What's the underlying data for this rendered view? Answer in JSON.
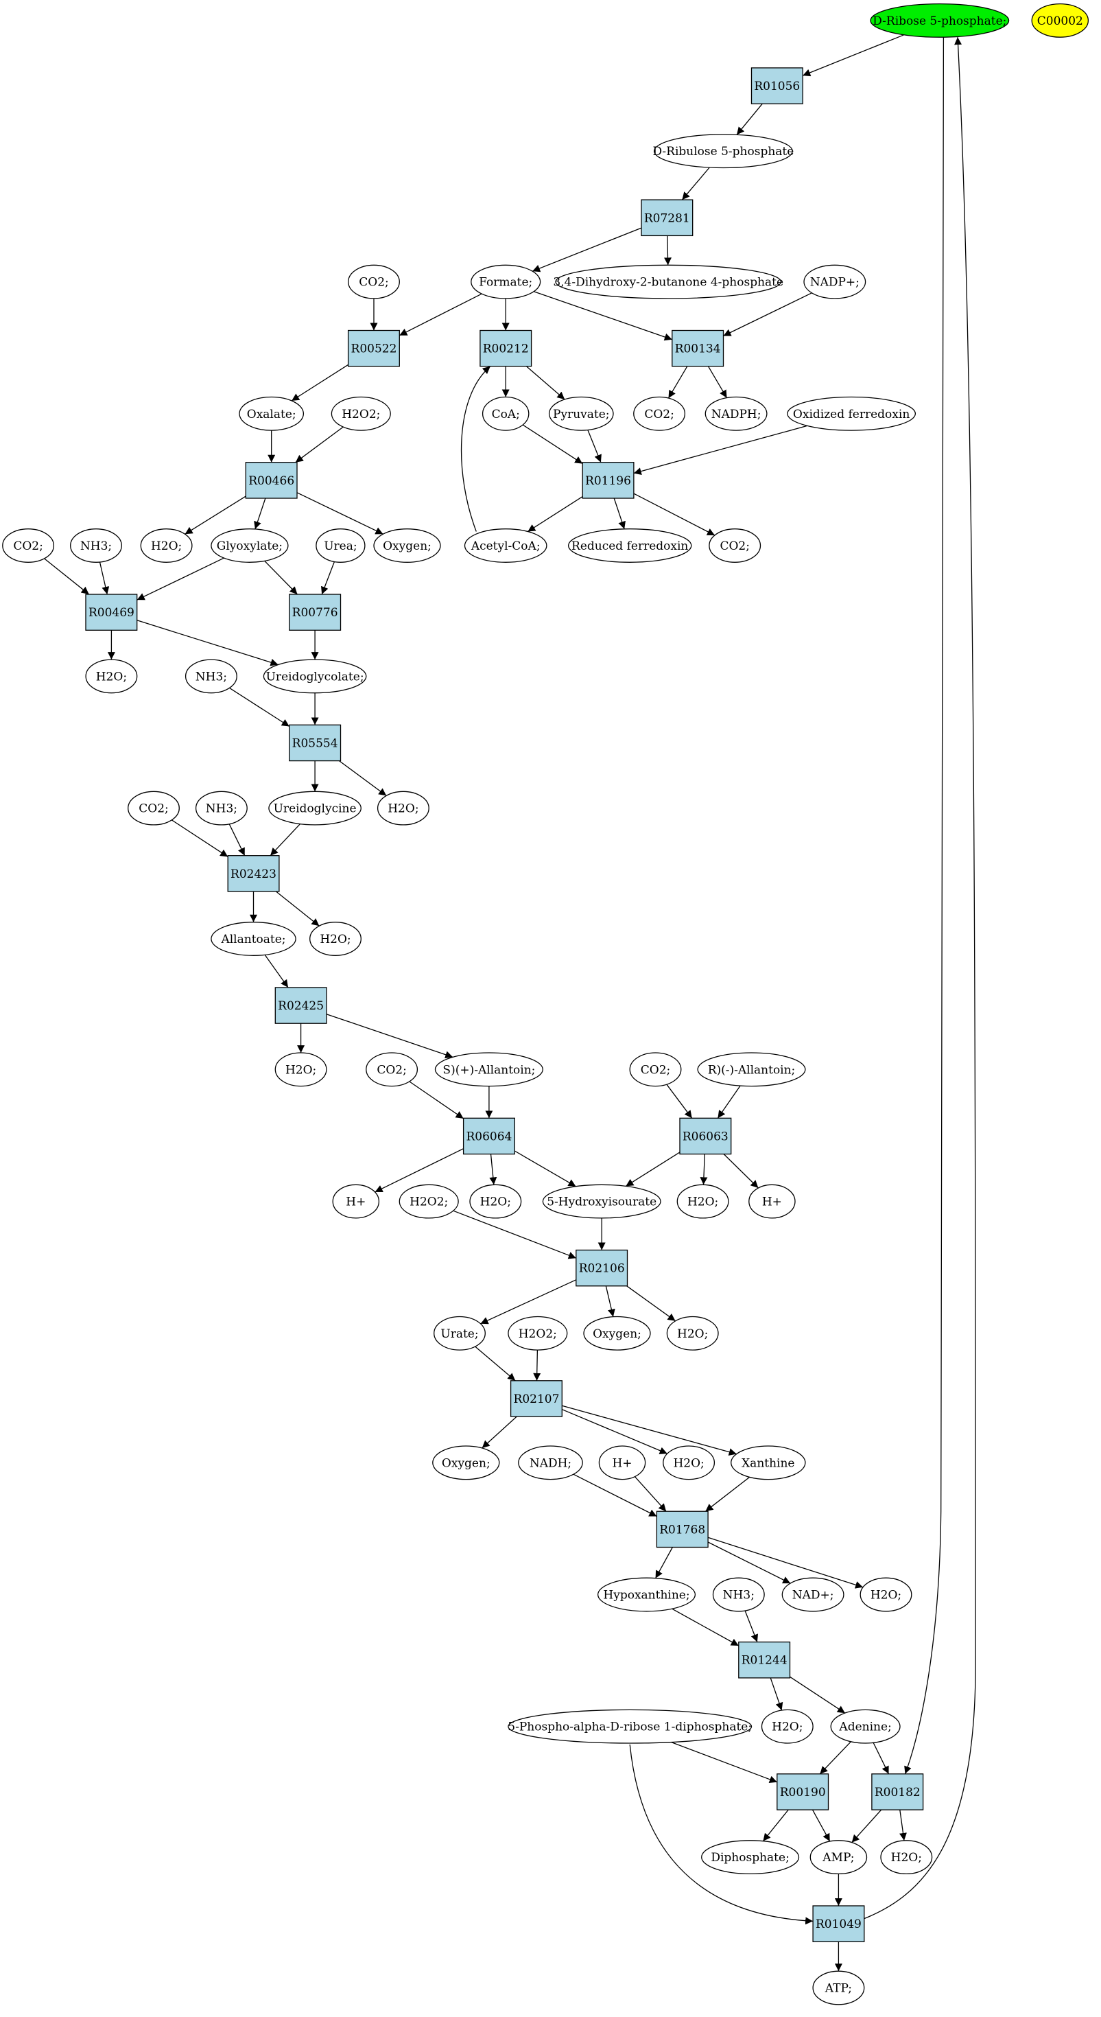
{
  "diagram": {
    "colors": {
      "compound_fill": "#ffffff",
      "reaction_fill": "#add8e6",
      "highlight_green": "#00ee00",
      "highlight_yellow": "#ffff00",
      "stroke": "#000000"
    },
    "nodes": [
      {
        "id": "drib5p",
        "kind": "compound",
        "label": "D-Ribose 5-phosphate;",
        "fill": "green"
      },
      {
        "id": "c00002",
        "kind": "compound",
        "label": "C00002",
        "fill": "yellow"
      },
      {
        "id": "r01056",
        "kind": "reaction",
        "label": "R01056"
      },
      {
        "id": "dribu5p",
        "kind": "compound",
        "label": "D-Ribulose 5-phosphate"
      },
      {
        "id": "r07281",
        "kind": "reaction",
        "label": "R07281"
      },
      {
        "id": "co2_a",
        "kind": "compound",
        "label": "CO2;"
      },
      {
        "id": "formate",
        "kind": "compound",
        "label": "Formate;"
      },
      {
        "id": "dhbp",
        "kind": "compound",
        "label": "3,4-Dihydroxy-2-butanone 4-phosphate"
      },
      {
        "id": "nadp",
        "kind": "compound",
        "label": "NADP+;"
      },
      {
        "id": "r00522",
        "kind": "reaction",
        "label": "R00522"
      },
      {
        "id": "r00212",
        "kind": "reaction",
        "label": "R00212"
      },
      {
        "id": "r00134",
        "kind": "reaction",
        "label": "R00134"
      },
      {
        "id": "oxalate",
        "kind": "compound",
        "label": "Oxalate;"
      },
      {
        "id": "h2o2_a",
        "kind": "compound",
        "label": "H2O2;"
      },
      {
        "id": "coa",
        "kind": "compound",
        "label": "CoA;"
      },
      {
        "id": "pyruvate",
        "kind": "compound",
        "label": "Pyruvate;"
      },
      {
        "id": "co2_b",
        "kind": "compound",
        "label": "CO2;"
      },
      {
        "id": "nadph",
        "kind": "compound",
        "label": "NADPH;"
      },
      {
        "id": "oxfd",
        "kind": "compound",
        "label": "Oxidized ferredoxin"
      },
      {
        "id": "r00466",
        "kind": "reaction",
        "label": "R00466"
      },
      {
        "id": "r01196",
        "kind": "reaction",
        "label": "R01196"
      },
      {
        "id": "co2_c",
        "kind": "compound",
        "label": "CO2;"
      },
      {
        "id": "nh3_a",
        "kind": "compound",
        "label": "NH3;"
      },
      {
        "id": "h2o_a",
        "kind": "compound",
        "label": "H2O;"
      },
      {
        "id": "glyoxylate",
        "kind": "compound",
        "label": "Glyoxylate;"
      },
      {
        "id": "urea",
        "kind": "compound",
        "label": "Urea;"
      },
      {
        "id": "oxygen_a",
        "kind": "compound",
        "label": "Oxygen;"
      },
      {
        "id": "acetylcoa",
        "kind": "compound",
        "label": "Acetyl-CoA;"
      },
      {
        "id": "redfd",
        "kind": "compound",
        "label": "Reduced ferredoxin"
      },
      {
        "id": "co2_d",
        "kind": "compound",
        "label": "CO2;"
      },
      {
        "id": "r00469",
        "kind": "reaction",
        "label": "R00469"
      },
      {
        "id": "r00776",
        "kind": "reaction",
        "label": "R00776"
      },
      {
        "id": "h2o_b",
        "kind": "compound",
        "label": "H2O;"
      },
      {
        "id": "nh3_b",
        "kind": "compound",
        "label": "NH3;"
      },
      {
        "id": "ureidoglycolate",
        "kind": "compound",
        "label": "Ureidoglycolate;"
      },
      {
        "id": "r05554",
        "kind": "reaction",
        "label": "R05554"
      },
      {
        "id": "co2_e",
        "kind": "compound",
        "label": "CO2;"
      },
      {
        "id": "nh3_c",
        "kind": "compound",
        "label": "NH3;"
      },
      {
        "id": "ureidoglycine",
        "kind": "compound",
        "label": "Ureidoglycine"
      },
      {
        "id": "h2o_c",
        "kind": "compound",
        "label": "H2O;"
      },
      {
        "id": "r02423",
        "kind": "reaction",
        "label": "R02423"
      },
      {
        "id": "allantoate",
        "kind": "compound",
        "label": "Allantoate;"
      },
      {
        "id": "h2o_d",
        "kind": "compound",
        "label": "H2O;"
      },
      {
        "id": "r02425",
        "kind": "reaction",
        "label": "R02425"
      },
      {
        "id": "h2o_e",
        "kind": "compound",
        "label": "H2O;"
      },
      {
        "id": "co2_f",
        "kind": "compound",
        "label": "CO2;"
      },
      {
        "id": "sallantoin",
        "kind": "compound",
        "label": "S)(+)-Allantoin;"
      },
      {
        "id": "co2_g",
        "kind": "compound",
        "label": "CO2;"
      },
      {
        "id": "rallantoin",
        "kind": "compound",
        "label": "R)(-)-Allantoin;"
      },
      {
        "id": "r06064",
        "kind": "reaction",
        "label": "R06064"
      },
      {
        "id": "r06063",
        "kind": "reaction",
        "label": "R06063"
      },
      {
        "id": "hplus_a",
        "kind": "compound",
        "label": "H+"
      },
      {
        "id": "h2o2_b",
        "kind": "compound",
        "label": "H2O2;"
      },
      {
        "id": "h2o_f",
        "kind": "compound",
        "label": "H2O;"
      },
      {
        "id": "hiu",
        "kind": "compound",
        "label": "5-Hydroxyisourate"
      },
      {
        "id": "h2o_g",
        "kind": "compound",
        "label": "H2O;"
      },
      {
        "id": "hplus_b",
        "kind": "compound",
        "label": "H+"
      },
      {
        "id": "r02106",
        "kind": "reaction",
        "label": "R02106"
      },
      {
        "id": "urate",
        "kind": "compound",
        "label": "Urate;"
      },
      {
        "id": "h2o2_c",
        "kind": "compound",
        "label": "H2O2;"
      },
      {
        "id": "oxygen_b",
        "kind": "compound",
        "label": "Oxygen;"
      },
      {
        "id": "h2o_h",
        "kind": "compound",
        "label": "H2O;"
      },
      {
        "id": "r02107",
        "kind": "reaction",
        "label": "R02107"
      },
      {
        "id": "oxygen_c",
        "kind": "compound",
        "label": "Oxygen;"
      },
      {
        "id": "nadh",
        "kind": "compound",
        "label": "NADH;"
      },
      {
        "id": "hplus_c",
        "kind": "compound",
        "label": "H+"
      },
      {
        "id": "h2o_i",
        "kind": "compound",
        "label": "H2O;"
      },
      {
        "id": "xanthine",
        "kind": "compound",
        "label": "Xanthine"
      },
      {
        "id": "r01768",
        "kind": "reaction",
        "label": "R01768"
      },
      {
        "id": "hypoxanthine",
        "kind": "compound",
        "label": "Hypoxanthine;"
      },
      {
        "id": "nh3_d",
        "kind": "compound",
        "label": "NH3;"
      },
      {
        "id": "nadplus",
        "kind": "compound",
        "label": "NAD+;"
      },
      {
        "id": "h2o_j",
        "kind": "compound",
        "label": "H2O;"
      },
      {
        "id": "r01244",
        "kind": "reaction",
        "label": "R01244"
      },
      {
        "id": "prpp",
        "kind": "compound",
        "label": "5-Phospho-alpha-D-ribose 1-diphosphate;"
      },
      {
        "id": "h2o_k",
        "kind": "compound",
        "label": "H2O;"
      },
      {
        "id": "adenine",
        "kind": "compound",
        "label": "Adenine;"
      },
      {
        "id": "r00190",
        "kind": "reaction",
        "label": "R00190"
      },
      {
        "id": "r00182",
        "kind": "reaction",
        "label": "R00182"
      },
      {
        "id": "diphosphate",
        "kind": "compound",
        "label": "Diphosphate;"
      },
      {
        "id": "amp",
        "kind": "compound",
        "label": "AMP;"
      },
      {
        "id": "h2o_l",
        "kind": "compound",
        "label": "H2O;"
      },
      {
        "id": "r01049",
        "kind": "reaction",
        "label": "R01049"
      },
      {
        "id": "atp",
        "kind": "compound",
        "label": "ATP;"
      }
    ],
    "edges": [
      [
        "drib5p",
        "r01056"
      ],
      [
        "r01056",
        "dribu5p"
      ],
      [
        "dribu5p",
        "r07281"
      ],
      [
        "r07281",
        "formate"
      ],
      [
        "r07281",
        "dhbp"
      ],
      [
        "co2_a",
        "r00522"
      ],
      [
        "formate",
        "r00522"
      ],
      [
        "formate",
        "r00212"
      ],
      [
        "formate",
        "r00134"
      ],
      [
        "nadp",
        "r00134"
      ],
      [
        "r00522",
        "oxalate"
      ],
      [
        "r00212",
        "coa"
      ],
      [
        "r00212",
        "pyruvate"
      ],
      [
        "r00134",
        "co2_b"
      ],
      [
        "r00134",
        "nadph"
      ],
      [
        "oxalate",
        "r00466"
      ],
      [
        "h2o2_a",
        "r00466"
      ],
      [
        "coa",
        "r01196"
      ],
      [
        "pyruvate",
        "r01196"
      ],
      [
        "oxfd",
        "r01196"
      ],
      [
        "r00466",
        "h2o_a"
      ],
      [
        "r00466",
        "glyoxylate"
      ],
      [
        "r00466",
        "oxygen_a"
      ],
      [
        "r01196",
        "acetylcoa"
      ],
      [
        "r01196",
        "redfd"
      ],
      [
        "r01196",
        "co2_d"
      ],
      [
        "acetylcoa",
        "r00212"
      ],
      [
        "co2_c",
        "r00469"
      ],
      [
        "nh3_a",
        "r00469"
      ],
      [
        "glyoxylate",
        "r00469"
      ],
      [
        "glyoxylate",
        "r00776"
      ],
      [
        "urea",
        "r00776"
      ],
      [
        "r00469",
        "h2o_b"
      ],
      [
        "r00469",
        "ureidoglycolate"
      ],
      [
        "r00776",
        "ureidoglycolate"
      ],
      [
        "nh3_b",
        "r05554"
      ],
      [
        "ureidoglycolate",
        "r05554"
      ],
      [
        "r05554",
        "ureidoglycine"
      ],
      [
        "r05554",
        "h2o_c"
      ],
      [
        "co2_e",
        "r02423"
      ],
      [
        "nh3_c",
        "r02423"
      ],
      [
        "ureidoglycine",
        "r02423"
      ],
      [
        "r02423",
        "allantoate"
      ],
      [
        "r02423",
        "h2o_d"
      ],
      [
        "allantoate",
        "r02425"
      ],
      [
        "r02425",
        "h2o_e"
      ],
      [
        "r02425",
        "sallantoin"
      ],
      [
        "co2_f",
        "r06064"
      ],
      [
        "sallantoin",
        "r06064"
      ],
      [
        "co2_g",
        "r06063"
      ],
      [
        "rallantoin",
        "r06063"
      ],
      [
        "r06064",
        "hplus_a"
      ],
      [
        "r06064",
        "h2o_f"
      ],
      [
        "r06064",
        "hiu"
      ],
      [
        "r06063",
        "hiu"
      ],
      [
        "r06063",
        "h2o_g"
      ],
      [
        "r06063",
        "hplus_b"
      ],
      [
        "h2o2_b",
        "r02106"
      ],
      [
        "hiu",
        "r02106"
      ],
      [
        "r02106",
        "urate"
      ],
      [
        "r02106",
        "oxygen_b"
      ],
      [
        "r02106",
        "h2o_h"
      ],
      [
        "urate",
        "r02107"
      ],
      [
        "h2o2_c",
        "r02107"
      ],
      [
        "r02107",
        "oxygen_c"
      ],
      [
        "r02107",
        "h2o_i"
      ],
      [
        "r02107",
        "xanthine"
      ],
      [
        "nadh",
        "r01768"
      ],
      [
        "hplus_c",
        "r01768"
      ],
      [
        "xanthine",
        "r01768"
      ],
      [
        "r01768",
        "hypoxanthine"
      ],
      [
        "r01768",
        "nadplus"
      ],
      [
        "r01768",
        "h2o_j"
      ],
      [
        "hypoxanthine",
        "r01244"
      ],
      [
        "nh3_d",
        "r01244"
      ],
      [
        "r01244",
        "h2o_k"
      ],
      [
        "r01244",
        "adenine"
      ],
      [
        "prpp",
        "r00190"
      ],
      [
        "adenine",
        "r00190"
      ],
      [
        "adenine",
        "r00182"
      ],
      [
        "drib5p",
        "r00182"
      ],
      [
        "r00190",
        "diphosphate"
      ],
      [
        "r00190",
        "amp"
      ],
      [
        "r00182",
        "amp"
      ],
      [
        "r00182",
        "h2o_l"
      ],
      [
        "amp",
        "r01049"
      ],
      [
        "prpp",
        "r01049"
      ],
      [
        "r01049",
        "atp"
      ],
      [
        "r01049",
        "drib5p"
      ]
    ]
  }
}
